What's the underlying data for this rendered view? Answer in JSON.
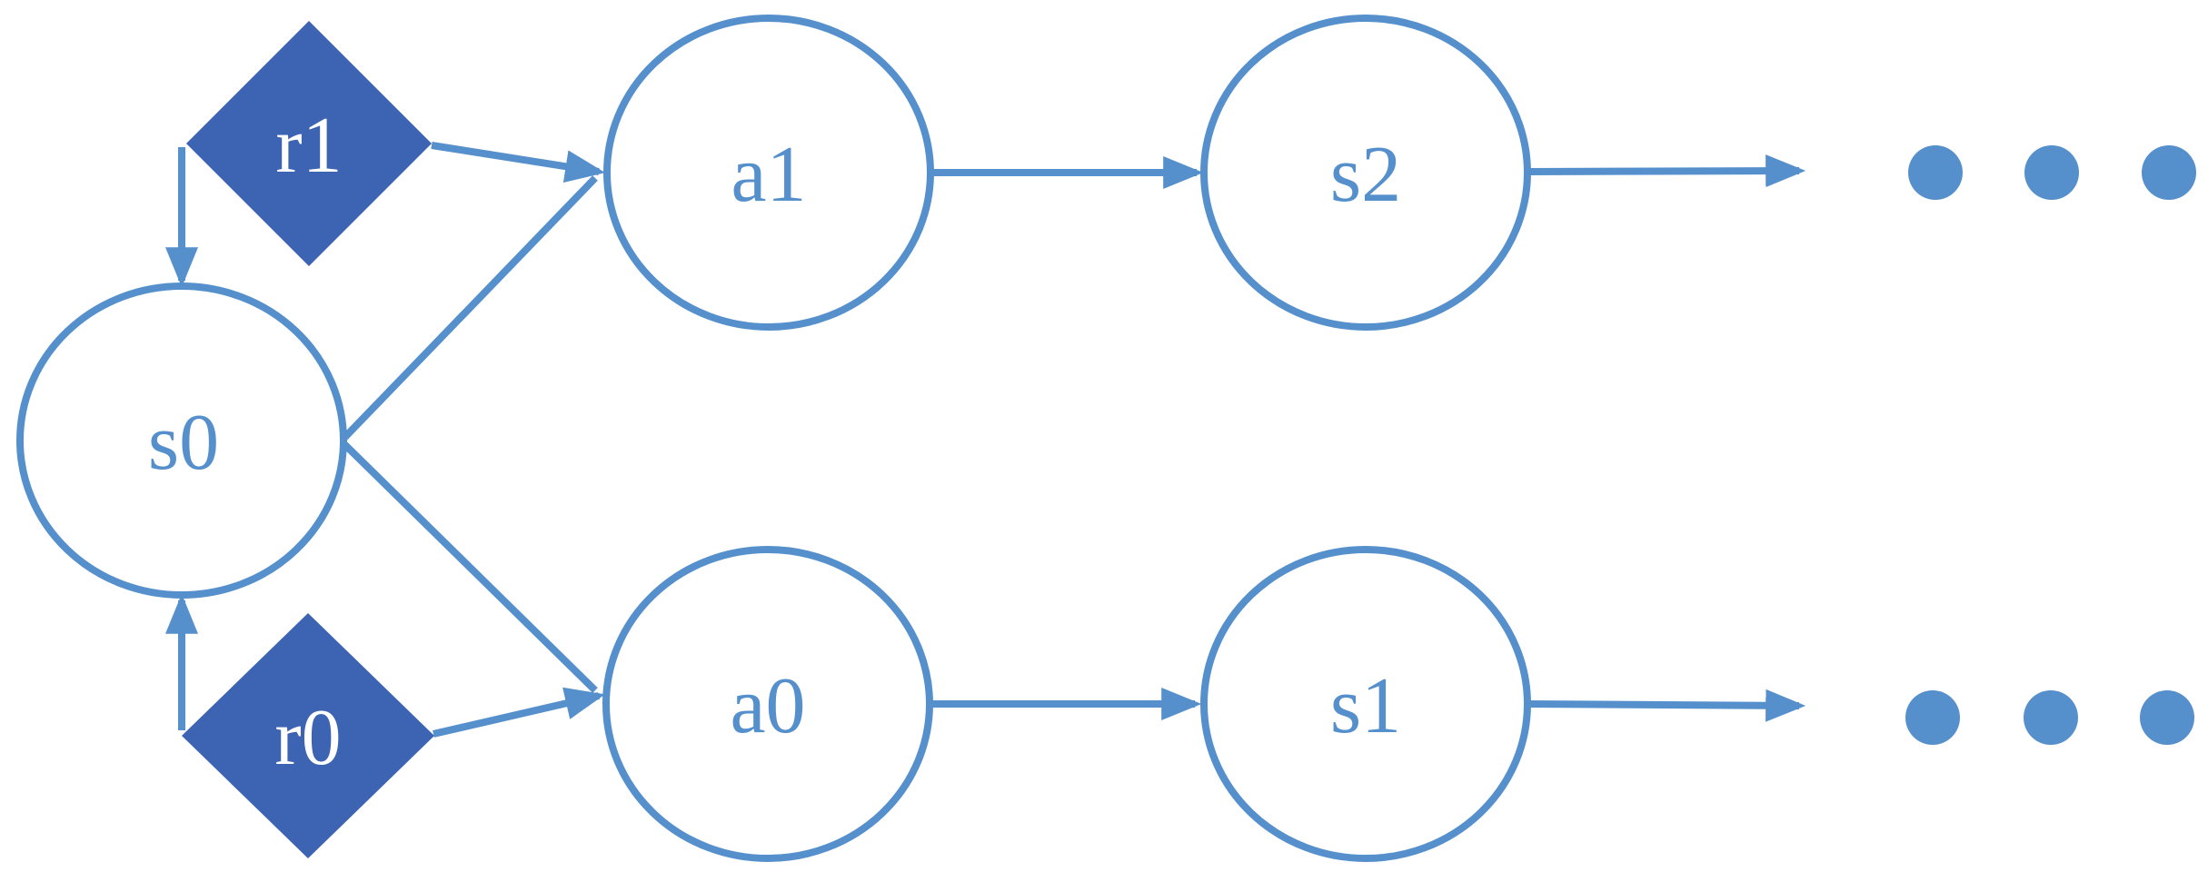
{
  "colors": {
    "primary": "#5590CC",
    "diamond_fill": "#3D63B3",
    "diamond_text": "#FFFFFF",
    "circle_fill": "#FFFFFF",
    "background": "#FFFFFF"
  },
  "nodes": {
    "s0": {
      "label": "s0",
      "shape": "circle"
    },
    "r1": {
      "label": "r1",
      "shape": "diamond"
    },
    "r0": {
      "label": "r0",
      "shape": "diamond"
    },
    "a1": {
      "label": "a1",
      "shape": "circle"
    },
    "a0": {
      "label": "a0",
      "shape": "circle"
    },
    "s2": {
      "label": "s2",
      "shape": "circle"
    },
    "s1": {
      "label": "s1",
      "shape": "circle"
    }
  },
  "edges": [
    {
      "from": "r1",
      "to": "s0"
    },
    {
      "from": "r0",
      "to": "s0"
    },
    {
      "from": "r1",
      "to": "a1"
    },
    {
      "from": "s0",
      "to": "a1"
    },
    {
      "from": "s0",
      "to": "a0"
    },
    {
      "from": "r0",
      "to": "a0"
    },
    {
      "from": "a1",
      "to": "s2"
    },
    {
      "from": "a0",
      "to": "s1"
    },
    {
      "from": "s2",
      "to": "ellipsis-top"
    },
    {
      "from": "s1",
      "to": "ellipsis-bottom"
    }
  ],
  "ellipsis": {
    "top_dot_count": 3,
    "bottom_dot_count": 3
  }
}
